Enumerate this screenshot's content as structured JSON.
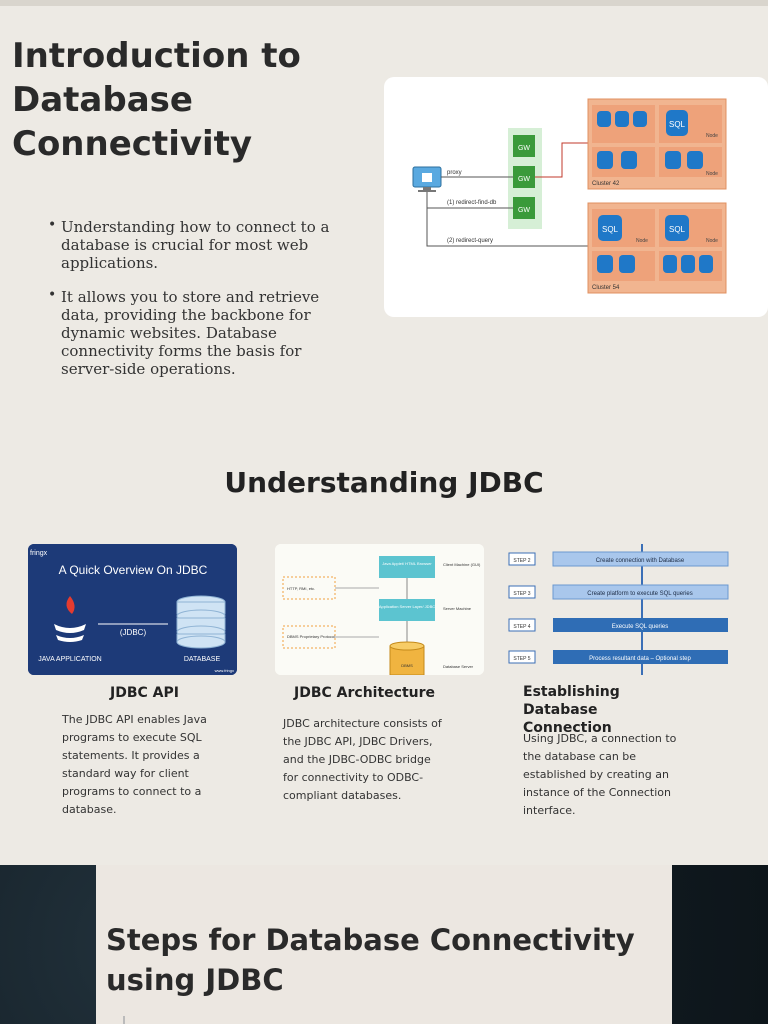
{
  "slide1": {
    "title": "Introduction to Database Connectivity",
    "bullets": [
      "Understanding how to connect to a database is crucial for most web applications.",
      "It allows you to store and retrieve data, providing the backbone for dynamic websites. Database connectivity forms the basis for server-side operations."
    ],
    "diagram": {
      "proxy_label": "proxy",
      "gateway_label": "GW",
      "redirect1": "(1) redirect-find-db",
      "redirect2": "(2) redirect-query",
      "sql_label": "SQL",
      "node_label": "Node",
      "cluster_a": "Cluster 42",
      "cluster_b": "Cluster 54"
    }
  },
  "slide2": {
    "heading": "Understanding JDBC",
    "cards": [
      {
        "title": "JDBC API",
        "text": "The JDBC API enables Java programs to execute SQL statements. It provides a standard way for client programs to connect to a database.",
        "image": {
          "brand": "fringx",
          "headline": "A Quick Overview On JDBC",
          "left_label": "JAVA APPLICATION",
          "middle_label": "(JDBC)",
          "right_label": "DATABASE",
          "footer": "www.fringx"
        }
      },
      {
        "title": "JDBC Architecture",
        "text": "JDBC architecture consists of the JDBC API, JDBC Drivers, and the JDBC-ODBC bridge for connectivity to ODBC-compliant databases.",
        "image": {
          "box1": "Java Applet/ HTML Browser",
          "box2": "Application Server Layer/ JDBC",
          "box3": "DBMS",
          "side1": "Client Machine (GUI)",
          "side2": "Server Machine",
          "side3": "Database Server",
          "left1": "HTTP, RMI, etc.",
          "left2": "DBMS Proprietary Protocol"
        }
      },
      {
        "title": "Establishing Database Connection",
        "text": "Using JDBC, a connection to the database can be established by creating an instance of the Connection interface.",
        "image": {
          "steps": [
            {
              "step": "STEP 2",
              "label": "Create connection with Database"
            },
            {
              "step": "STEP 3",
              "label": "Create platform to execute SQL queries"
            },
            {
              "step": "STEP 4",
              "label": "Execute SQL queries"
            },
            {
              "step": "STEP 5",
              "label": "Process resultant data – Optional step"
            }
          ]
        }
      }
    ]
  },
  "slide3": {
    "title": "Steps for Database Connectivity using JDBC"
  },
  "colors": {
    "background": "#edeae4",
    "card1_bg": "#1d3a78",
    "step_light": "#a9c7ec",
    "step_dark": "#2f6db5",
    "gateway_green": "#3a9a3a",
    "cluster_orange": "#f1b590",
    "sql_blue": "#1f78c8"
  }
}
